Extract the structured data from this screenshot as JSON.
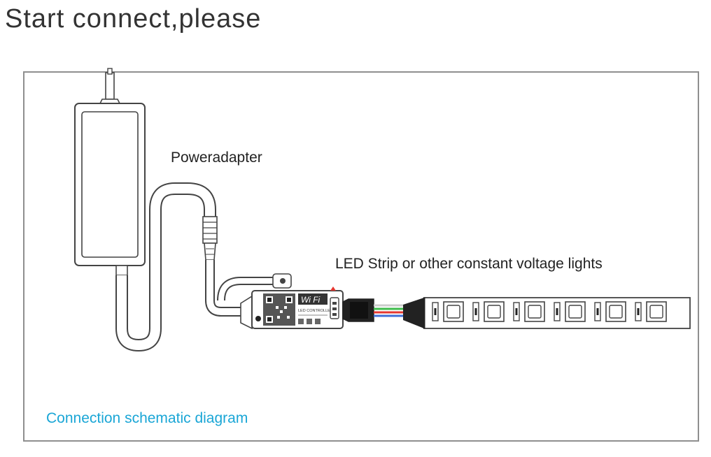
{
  "title": "Start connect,please",
  "labels": {
    "power_adapter": "Poweradapter",
    "led_strip": "LED Strip or other constant voltage lights",
    "caption": "Connection schematic diagram"
  },
  "controller": {
    "brand": "Wi Fi",
    "model_text": "LED CONTROLLER"
  },
  "colors": {
    "caption": "#1aa6d6",
    "wire_red": "#e4362f",
    "wire_green": "#3dbb4b",
    "wire_blue": "#3e6fd9",
    "wire_white": "#cccccc"
  }
}
